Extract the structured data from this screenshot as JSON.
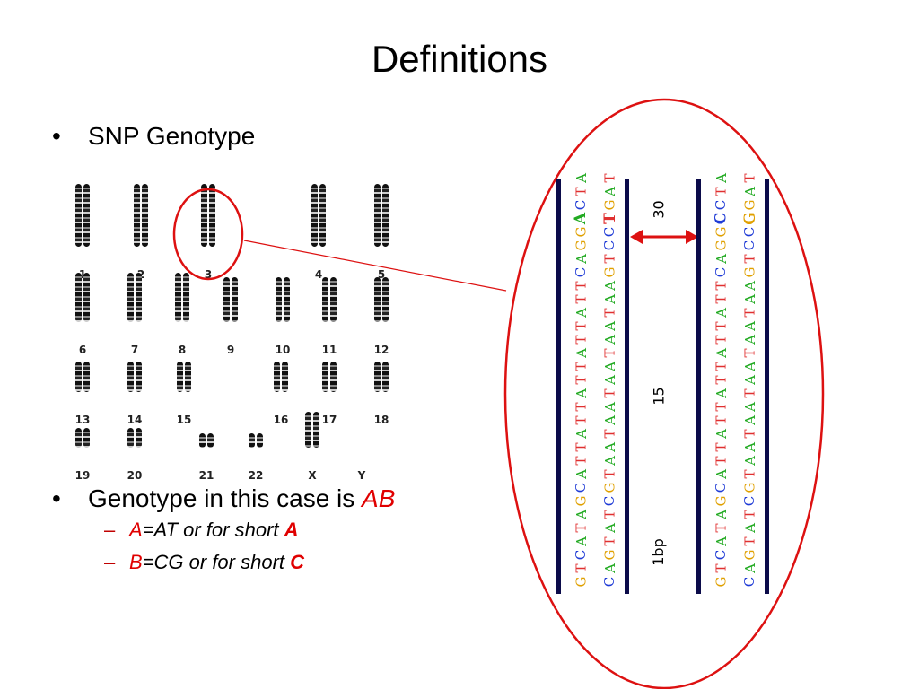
{
  "slide": {
    "title": "Definitions",
    "bullet_char": "•",
    "sub_dash": "–",
    "bullet1": "SNP Genotype",
    "bullet2_prefix": "Genotype in this case is ",
    "bullet2_emph": "AB",
    "sub1": {
      "label": "A",
      "text": "=AT or for short ",
      "short": "A"
    },
    "sub2": {
      "label": "B",
      "text": "=CG or for short ",
      "short": "C"
    }
  },
  "karyotype": {
    "labels": [
      "1",
      "2",
      "3",
      "4",
      "5",
      "6",
      "7",
      "8",
      "9",
      "10",
      "11",
      "12",
      "13",
      "14",
      "15",
      "16",
      "17",
      "18",
      "19",
      "20",
      "21",
      "22",
      "X",
      "Y"
    ],
    "highlighted": "3"
  },
  "dna": {
    "scale_labels": [
      "30",
      "15",
      "1bp"
    ]
  },
  "colors": {
    "A": "#22aa22",
    "C": "#1f3bd6",
    "G": "#e0a000",
    "T": "#e03030",
    "highlight": "#dd1111",
    "bar": "#0b0b4a",
    "accent": "#e00000"
  }
}
